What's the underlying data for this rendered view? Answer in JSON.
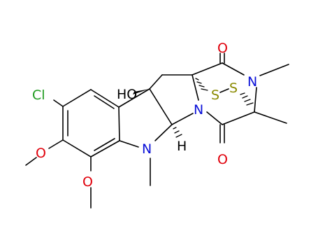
{
  "structure": {
    "atoms": {
      "cl": {
        "text": "Cl",
        "color": "#1e9a1e"
      },
      "oh": {
        "text": "HO",
        "color": "#000000"
      },
      "o_top": {
        "text": "O",
        "color": "#e0000b"
      },
      "o_bottom": {
        "text": "O",
        "color": "#e0000b"
      },
      "n_right": {
        "text": "N",
        "color": "#0a10d8"
      },
      "n_center": {
        "text": "N",
        "color": "#0a10d8"
      },
      "n_bottom": {
        "text": "N",
        "color": "#0a10d8"
      },
      "s_1": {
        "text": "S",
        "color": "#8a8a00"
      },
      "s_2": {
        "text": "S",
        "color": "#8a8a00"
      },
      "h": {
        "text": "H",
        "color": "#000000"
      },
      "o_ome_1": {
        "text": "O",
        "color": "#e0000b"
      },
      "o_ome_2": {
        "text": "O",
        "color": "#e0000b"
      }
    }
  }
}
